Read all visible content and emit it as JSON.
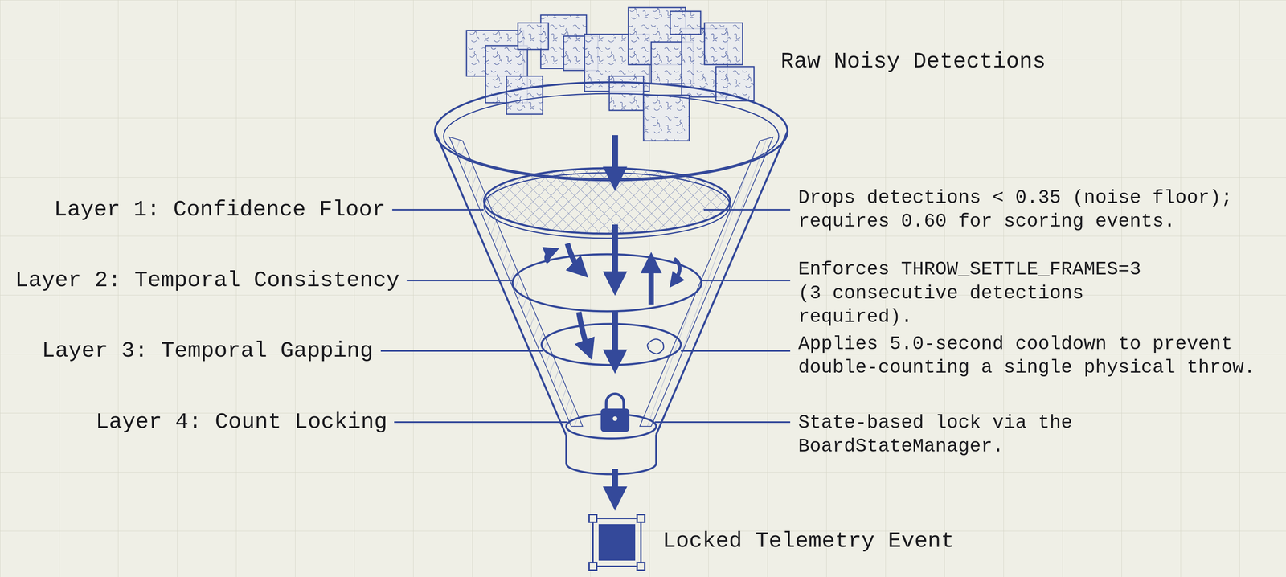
{
  "diagram": {
    "labels": [
      "Raw Noisy Detections",
      "Layer 1: Confidence Floor",
      "Drops detections < 0.35 (noise floor); requires 0.60 for scoring events.",
      "Layer 2: Temporal Consistency",
      "Enforces THROW_SETTLE_FRAMES=3 (3 consecutive detections required).",
      "Layer 3: Temporal Gapping",
      "Applies 5.0-second cooldown to prevent double-counting a single physical throw.",
      "Layer 4: Count Locking",
      "State-based lock via the BoardStateManager.",
      "Locked Telemetry Event"
    ]
  }
}
